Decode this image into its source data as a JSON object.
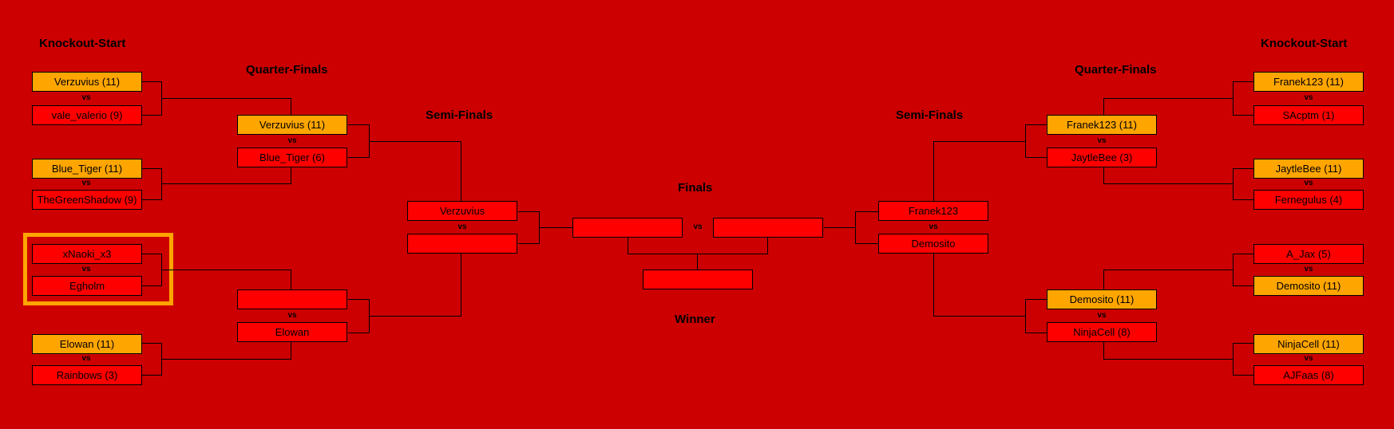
{
  "headings": {
    "knockout_start_left": "Knockout-Start",
    "quarter_finals_left": "Quarter-Finals",
    "semi_finals_left": "Semi-Finals",
    "finals": "Finals",
    "winner": "Winner",
    "semi_finals_right": "Semi-Finals",
    "quarter_finals_right": "Quarter-Finals",
    "knockout_start_right": "Knockout-Start"
  },
  "vs_label": "vs",
  "colors": {
    "bg": "#cc0000",
    "box_red": "#ff0000",
    "box_orange": "#ffa500",
    "line": "#000000",
    "highlight": "#ffa500"
  },
  "slots": {
    "ko_l": [
      {
        "label": "Verzuvius (11)",
        "variant": "orange"
      },
      {
        "label": "vale_valerio (9)",
        "variant": "red"
      },
      {
        "label": "Blue_Tiger (11)",
        "variant": "orange"
      },
      {
        "label": "TheGreenShadow (9)",
        "variant": "red"
      },
      {
        "label": "xNaoki_x3",
        "variant": "red"
      },
      {
        "label": "Egholm",
        "variant": "red"
      },
      {
        "label": "Elowan (11)",
        "variant": "orange"
      },
      {
        "label": "Rainbows (3)",
        "variant": "red"
      }
    ],
    "qf_l": [
      {
        "label": "Verzuvius (11)",
        "variant": "orange"
      },
      {
        "label": "Blue_Tiger (6)",
        "variant": "red"
      },
      {
        "label": "",
        "variant": "red"
      },
      {
        "label": "Elowan",
        "variant": "red"
      }
    ],
    "sf_l": [
      {
        "label": "Verzuvius",
        "variant": "red"
      },
      {
        "label": "",
        "variant": "red"
      }
    ],
    "finals": [
      {
        "label": "",
        "variant": "red"
      },
      {
        "label": "",
        "variant": "red"
      }
    ],
    "winner_slot": {
      "label": "",
      "variant": "red"
    },
    "sf_r": [
      {
        "label": "Franek123",
        "variant": "red"
      },
      {
        "label": "Demosito",
        "variant": "red"
      }
    ],
    "qf_r": [
      {
        "label": "Franek123 (11)",
        "variant": "orange"
      },
      {
        "label": "JaytleBee (3)",
        "variant": "red"
      },
      {
        "label": "Demosito (11)",
        "variant": "orange"
      },
      {
        "label": "NinjaCell (8)",
        "variant": "red"
      }
    ],
    "ko_r": [
      {
        "label": "Franek123 (11)",
        "variant": "orange"
      },
      {
        "label": "SAcptm (1)",
        "variant": "red"
      },
      {
        "label": "JaytleBee (11)",
        "variant": "orange"
      },
      {
        "label": "Fernegulus (4)",
        "variant": "red"
      },
      {
        "label": "A_Jax (5)",
        "variant": "red"
      },
      {
        "label": "Demosito (11)",
        "variant": "orange"
      },
      {
        "label": "NinjaCell (11)",
        "variant": "orange"
      },
      {
        "label": "AJFaas (8)",
        "variant": "red"
      }
    ]
  }
}
